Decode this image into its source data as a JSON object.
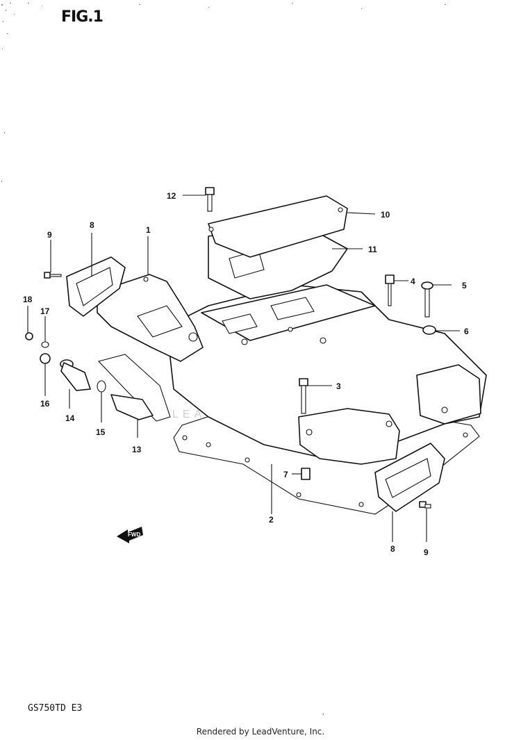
{
  "figure_title": "FIG.1",
  "model_code": "GS750TD E3",
  "footer": "Rendered by LeadVenture, Inc.",
  "watermark": "LEADVENTURE",
  "fwd_label": "FWD",
  "callouts": {
    "c1": "1",
    "c2": "2",
    "c3": "3",
    "c4": "4",
    "c5": "5",
    "c6": "6",
    "c7": "7",
    "c8a": "8",
    "c8b": "8",
    "c9a": "9",
    "c9b": "9",
    "c10": "10",
    "c11": "11",
    "c12": "12",
    "c13": "13",
    "c14": "14",
    "c15": "15",
    "c16": "16",
    "c17": "17",
    "c18": "18"
  },
  "colors": {
    "ink": "#111111",
    "paper": "#ffffff",
    "watermark": "#cfcfcf"
  }
}
